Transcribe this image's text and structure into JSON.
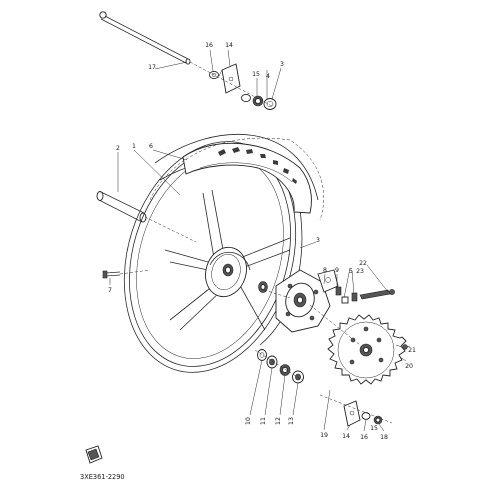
{
  "diagram": {
    "drawing_code": "3XE361-2290",
    "callouts": [
      {
        "id": "c1",
        "text": "1"
      },
      {
        "id": "c2",
        "text": "2"
      },
      {
        "id": "c3a",
        "text": "3"
      },
      {
        "id": "c3b",
        "text": "3"
      },
      {
        "id": "c4",
        "text": "4"
      },
      {
        "id": "c5",
        "text": "5"
      },
      {
        "id": "c6",
        "text": "6"
      },
      {
        "id": "c7",
        "text": "7"
      },
      {
        "id": "c8",
        "text": "8"
      },
      {
        "id": "c9",
        "text": "9"
      },
      {
        "id": "c10",
        "text": "10"
      },
      {
        "id": "c11",
        "text": "11"
      },
      {
        "id": "c12",
        "text": "12"
      },
      {
        "id": "c13",
        "text": "13"
      },
      {
        "id": "c14a",
        "text": "14"
      },
      {
        "id": "c14b",
        "text": "14"
      },
      {
        "id": "c15a",
        "text": "15"
      },
      {
        "id": "c15b",
        "text": "15"
      },
      {
        "id": "c16a",
        "text": "16"
      },
      {
        "id": "c16b",
        "text": "16"
      },
      {
        "id": "c17",
        "text": "17"
      },
      {
        "id": "c18",
        "text": "18"
      },
      {
        "id": "c19",
        "text": "19"
      },
      {
        "id": "c20",
        "text": "20"
      },
      {
        "id": "c21",
        "text": "21"
      },
      {
        "id": "c22",
        "text": "22"
      },
      {
        "id": "c23",
        "text": "23"
      }
    ]
  }
}
